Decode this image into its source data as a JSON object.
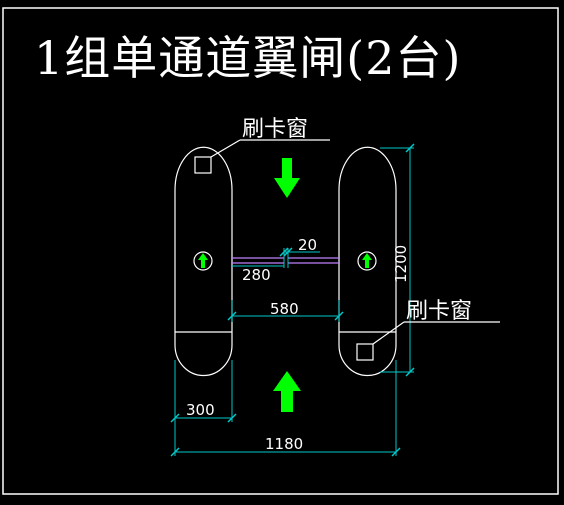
{
  "title": "1组单通道翼闸(2台)",
  "labels": {
    "card_window_top": "刷卡窗",
    "card_window_bottom": "刷卡窗"
  },
  "dimensions": {
    "gap_small": "20",
    "wing_length": "280",
    "lane_width": "580",
    "cabinet_length": "1200",
    "cabinet_width": "300",
    "overall_width": "1180"
  },
  "colors": {
    "background": "#000000",
    "frame": "#ffffff",
    "outline": "#ffffff",
    "dimension_line": "#00c8c8",
    "arrow": "#00ff00",
    "wing": "#c080ff"
  },
  "icons": {
    "entry_arrow_top": "arrow-down-icon",
    "entry_arrow_bottom": "arrow-up-icon",
    "indicator_left": "up-arrow-indicator-icon",
    "indicator_right": "up-arrow-indicator-icon"
  }
}
